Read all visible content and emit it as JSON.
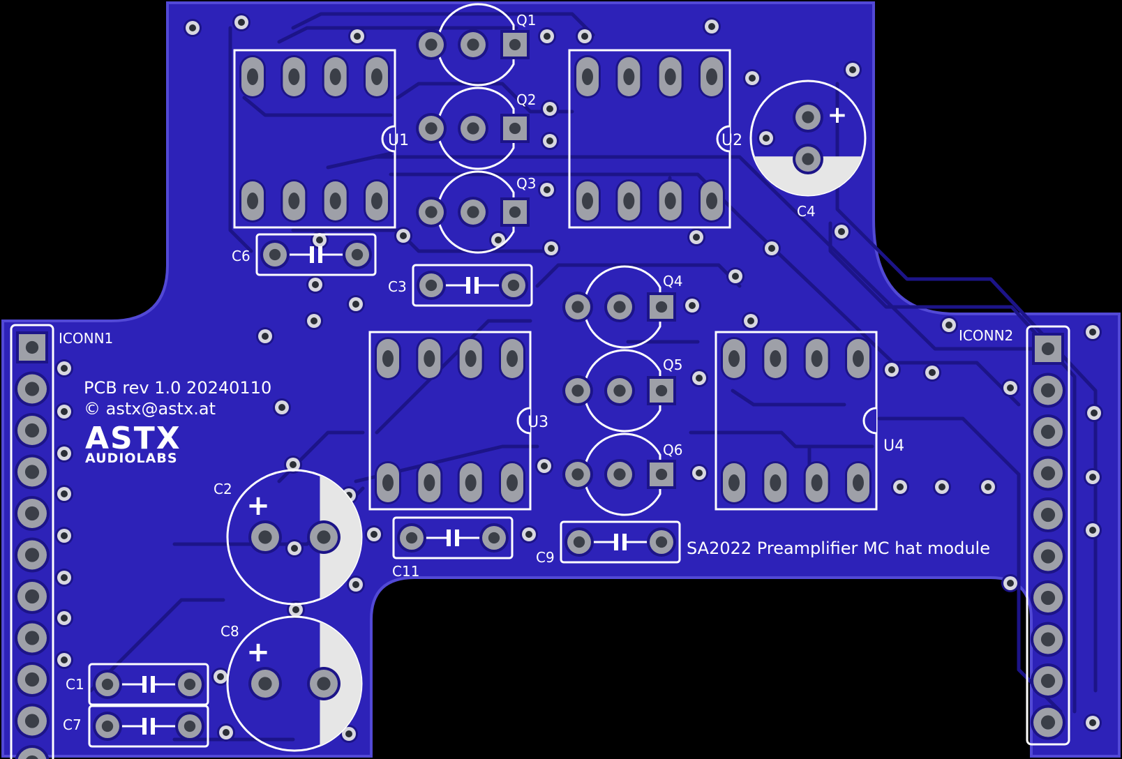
{
  "colors": {
    "background": "#000000",
    "substrate": "#2a1fa8",
    "copper_fill": "#2d22b8",
    "trace": "#1e158a",
    "edge": "#4a40d0",
    "silkscreen": "#ffffff",
    "pad_copper": "#9ea0a8",
    "pad_hole": "#3b3f48",
    "via": "#d8d8e0"
  },
  "texts": {
    "rev": "PCB rev 1.0 20240110",
    "copyright": "© astx@astx.at",
    "logo_main": "ASTX",
    "logo_sub": "AUDIOLABS",
    "product": "SA2022 Preamplifier MC hat module"
  },
  "refs": {
    "iconn1": "ICONN1",
    "iconn2": "ICONN2",
    "u1": "U1",
    "u2": "U2",
    "u3": "U3",
    "u4": "U4",
    "q1": "Q1",
    "q2": "Q2",
    "q3": "Q3",
    "q4": "Q4",
    "q5": "Q5",
    "q6": "Q6",
    "c1": "C1",
    "c2": "C2",
    "c3": "C3",
    "c4": "C4",
    "c6": "C6",
    "c7": "C7",
    "c8": "C8",
    "c9": "C9",
    "c11": "C11"
  },
  "polarity_mark": "+",
  "connector_pins": 10,
  "dip_pins": 8,
  "icons": [
    "dip8-ic",
    "to92-transistor",
    "electrolytic-capacitor",
    "ceramic-capacitor",
    "pin-header",
    "via"
  ]
}
